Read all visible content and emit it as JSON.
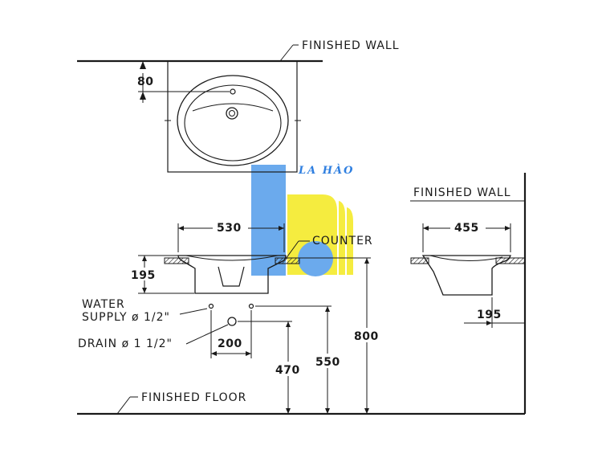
{
  "labels": {
    "finished_wall_top": "FINISHED WALL",
    "finished_wall_side": "FINISHED WALL",
    "counter": "COUNTER",
    "water_supply_line1": "WATER",
    "water_supply_line2": "SUPPLY ø 1/2\"",
    "drain": "DRAIN ø 1 1/2\"",
    "finished_floor": "FINISHED FLOOR"
  },
  "dimensions": {
    "top_offset": "80",
    "width_front": "530",
    "depth_side": "455",
    "height_front": "195",
    "height_side": "195",
    "supply_spacing": "200",
    "drain_height": "470",
    "supply_height": "550",
    "counter_height": "800"
  },
  "watermark": {
    "text": "LA HÀO",
    "color_blue": "#3a8ee8",
    "color_yellow": "#f2e600"
  }
}
